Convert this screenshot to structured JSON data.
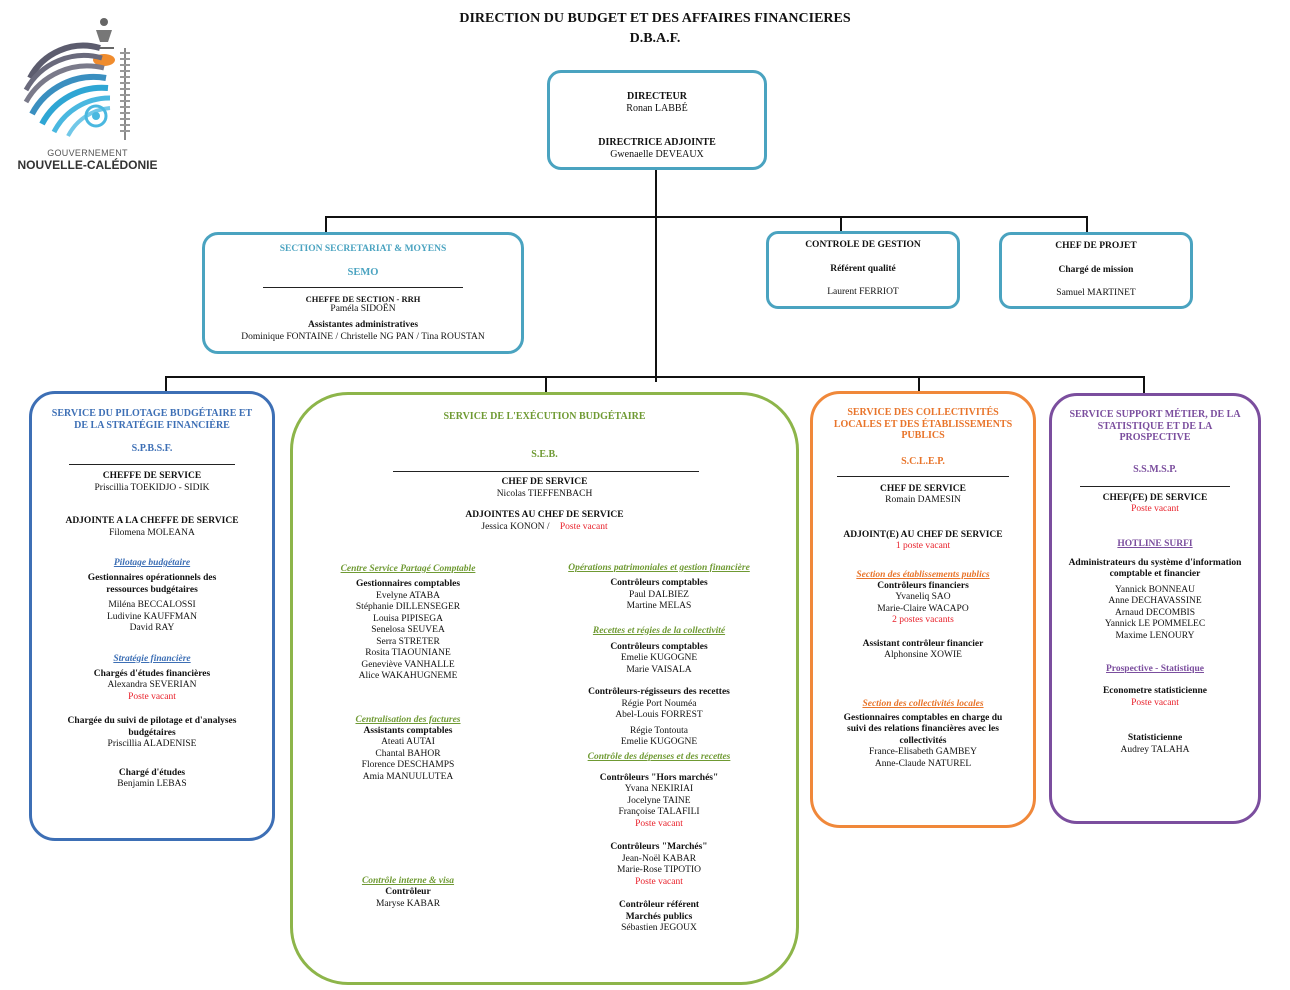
{
  "logo": {
    "line1": "GOUVERNEMENT",
    "line2": "NOUVELLE-CALÉDONIE"
  },
  "header": {
    "title": "DIRECTION DU BUDGET ET DES AFFAIRES FINANCIERES",
    "acronym": "D.B.A.F."
  },
  "direction": {
    "director_role": "DIRECTEUR",
    "director_name": "Ronan LABBÉ",
    "deputy_role": "DIRECTRICE ADJOINTE",
    "deputy_name": "Gwenaelle DEVEAUX"
  },
  "semo": {
    "title": "SECTION SECRETARIAT &  MOYENS",
    "acronym": "SEMO",
    "head_role": "CHEFFE DE SECTION - RRH",
    "head_name": "Paméla SIDOËN",
    "assist_role": "Assistantes administratives",
    "assist_names": "Dominique FONTAINE  / Christelle NG PAN  /  Tina ROUSTAN"
  },
  "controle": {
    "title": "CONTROLE DE GESTION",
    "role": "Référent qualité",
    "name": "Laurent FERRIOT"
  },
  "projet": {
    "title": "CHEF DE PROJET",
    "role": "Chargé de mission",
    "name": "Samuel MARTINET"
  },
  "spbsf": {
    "title": "SERVICE DU PILOTAGE BUDGÉTAIRE ET DE LA STRATÉGIE FINANCIÈRE",
    "acronym": "S.P.B.S.F.",
    "chief_role": "CHEFFE DE SERVICE",
    "chief_name": "Priscillia TOEKIDJO - SIDIK",
    "deputy_role": "ADJOINTE A LA CHEFFE DE SERVICE",
    "deputy_name": "Filomena MOLEANA",
    "pilotage_title": "Pilotage budgétaire",
    "pilotage_role": "Gestionnaires opérationnels des ressources budgétaires",
    "pilotage_names": [
      "Miléna BECCALOSSI",
      "Ludivine KAUFFMAN",
      "David RAY"
    ],
    "strategie_title": "Stratégie financière",
    "strategie_role": "Chargés d'études financières",
    "strategie_name": "Alexandra SEVERIAN",
    "strategie_vacant": "Poste vacant",
    "suivi_role": "Chargée du suivi de pilotage et d'analyses budgétaires",
    "suivi_name": "Priscillia ALADENISE",
    "etudes_role": "Chargé d'études",
    "etudes_name": "Benjamin LEBAS"
  },
  "seb": {
    "title": "SERVICE DE L'EXÉCUTION BUDGÉTAIRE",
    "acronym": "S.E.B.",
    "chief_role": "CHEF DE SERVICE",
    "chief_name": "Nicolas TIEFFENBACH",
    "deputy_role": "ADJOINTES AU CHEF DE SERVICE",
    "deputy_name": "Jessica KONON  /",
    "deputy_vacant": "Poste vacant",
    "csp_title": "Centre Service Partagé Comptable",
    "csp_role": "Gestionnaires comptables",
    "csp_names": [
      "Evelyne ATABA",
      "Stéphanie DILLENSEGER",
      "Louisa PIPISEGA",
      "Senelosa SEUVEA",
      "Serra STRETER",
      "Rosita TIAOUNIANE",
      "Geneviève VANHALLE",
      "Alice WAKAHUGNEME"
    ],
    "factures_title": "Centralisation des factures",
    "factures_role": "Assistants comptables",
    "factures_names": [
      "Ateati AUTAI",
      "Chantal BAHOR",
      "Florence DESCHAMPS",
      "Amia MANUULUTEA"
    ],
    "interne_title": "Contrôle  interne & visa",
    "interne_role": "Contrôleur",
    "interne_name": "Maryse KABAR",
    "patrim_title": "Opérations patrimoniales et gestion financière",
    "patrim_role": "Contrôleurs comptables",
    "patrim_names": [
      "Paul DALBIEZ",
      "Martine MELAS"
    ],
    "recettes_title": "Recettes et régies de la collectivité",
    "recettes_role": "Contrôleurs comptables",
    "recettes_names": [
      "Emelie KUGOGNE",
      "Marie VAISALA"
    ],
    "regisseurs_role": "Contrôleurs-régisseurs des recettes",
    "regisseurs_names": [
      "Régie Port Nouméa",
      "Abel-Louis FORREST"
    ],
    "regie2_names": [
      "Régie Tontouta",
      "Emelie KUGOGNE"
    ],
    "depenses_title": "Contrôle  des dépenses et des recettes",
    "hm_role": "Contrôleurs \"Hors marchés\"",
    "hm_names": [
      "Yvana NEKIRIAI",
      "Jocelyne TAINE",
      "Françoise TALAFILI"
    ],
    "hm_vacant": "Poste vacant",
    "m_role": "Contrôleurs \"Marchés\"",
    "m_names": [
      "Jean-Noël KABAR",
      "Marie-Rose TIPOTIO"
    ],
    "m_vacant": "Poste vacant",
    "ref_role1": "Contrôleur référent",
    "ref_role2": "Marchés publics",
    "ref_name": "Sébastien JEGOUX"
  },
  "sclep": {
    "title": "SERVICE DES COLLECTIVITÉS LOCALES ET DES ÉTABLISSEMENTS PUBLICS",
    "acronym": "S.C.L.E.P.",
    "chief_role": "CHEF DE SERVICE",
    "chief_name": "Romain DAMESIN",
    "deputy_role": "ADJOINT(E) AU CHEF DE SERVICE",
    "deputy_vacant": "1 poste vacant",
    "etab_title": "Section des établissements publics",
    "etab_role": "Contrôleurs financiers",
    "etab_names": [
      "Yvaneliq SAO",
      "Marie-Claire WACAPO"
    ],
    "etab_vacant": "2 postes vacants",
    "assist_role": "Assistant contrôleur financier",
    "assist_name": "Alphonsine XOWIE",
    "coll_title": "Section des collectivités locales",
    "coll_role": "Gestionnaires comptables en charge du suivi des relations financières avec les collectivités",
    "coll_names": [
      "France-Elisabeth GAMBEY",
      "Anne-Claude NATUREL"
    ]
  },
  "ssmsp": {
    "title": "SERVICE SUPPORT MÉTIER, DE LA STATISTIQUE ET DE LA PROSPECTIVE",
    "acronym": "S.S.M.S.P.",
    "chief_role": "CHEF(FE) DE SERVICE",
    "chief_vacant": "Poste vacant",
    "hotline_title": "HOTLINE SURFI",
    "hotline_role": "Administrateurs du système d'information comptable et financier",
    "hotline_names": [
      "Yannick BONNEAU",
      "Anne DECHAVASSINE",
      "Arnaud DECOMBIS",
      "Yannick LE POMMELEC",
      "Maxime LENOURY"
    ],
    "prosp_title": "Prospective - Statistique",
    "econ_role": "Econometre statisticienne",
    "econ_vacant": "Poste vacant",
    "stat_role": "Statisticienne",
    "stat_name": "Audrey TALAHA"
  },
  "colors": {
    "teal": "#4aa3c0",
    "blue": "#3d6fb5",
    "green": "#8db54a",
    "orange": "#f0883a",
    "purple": "#7b4e9e",
    "red": "#e8202a"
  }
}
